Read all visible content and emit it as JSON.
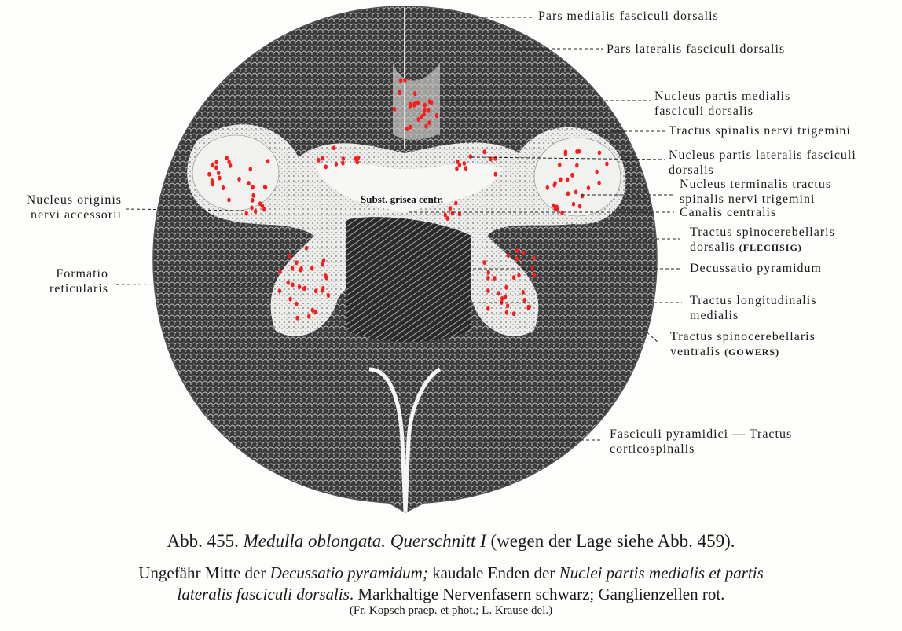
{
  "labels": {
    "pars_medialis": "Pars medialis fasciculi dorsalis",
    "pars_lateralis": "Pars lateralis fasciculi dorsalis",
    "nucleus_partis_medialis": [
      "Nucleus partis medialis",
      "fasciculi dorsalis"
    ],
    "tractus_spinalis": "Tractus spinalis nervi trigemini",
    "nucleus_partis_lateralis": [
      "Nucleus partis lateralis fasciculi",
      "dorsalis"
    ],
    "nucleus_terminalis": [
      "Nucleus terminalis tractus",
      "spinalis nervi trigemini"
    ],
    "canalis_centralis": "Canalis centralis",
    "spinocerebellaris_dorsalis": [
      "Tractus spinocerebellaris",
      "dorsalis",
      "(FLECHSIG)"
    ],
    "decussatio": "Decussatio pyramidum",
    "longitudinalis": [
      "Tractus longitudinalis",
      "medialis"
    ],
    "spinocerebellaris_ventralis": [
      "Tractus spinocerebellaris",
      "ventralis",
      "(GOWERS)"
    ],
    "pyramidici": [
      "Fasciculi pyramidici — Tractus",
      "corticospinalis"
    ],
    "nucleus_originis": [
      "Nucleus originis",
      "nervi accessorii"
    ],
    "formatio": [
      "Formatio",
      "reticularis"
    ],
    "subst_grisea": "Subst. grisea centr."
  },
  "caption": {
    "line1": {
      "prefix": "Abb. 455. ",
      "italic": "Medulla oblongata. Querschnitt I",
      "suffix": "  (wegen der Lage siehe Abb. 459)."
    },
    "line2": {
      "a": "Ungefähr Mitte der ",
      "b": "Decussatio pyramidum;",
      "c": " kaudale Enden der ",
      "d": "Nuclei partis medialis et partis"
    },
    "line3": {
      "a": "lateralis fasciculi dorsalis",
      "b": ". Markhaltige Nervenfasern schwarz; Ganglienzellen rot."
    },
    "credit": "(Fr. Kopsch praep. et phot.; L. Krause del.)"
  },
  "colors": {
    "fiber": "#2a2a2a",
    "gray_matter": "#e9e9e6",
    "cells": "#ff1a1a"
  }
}
